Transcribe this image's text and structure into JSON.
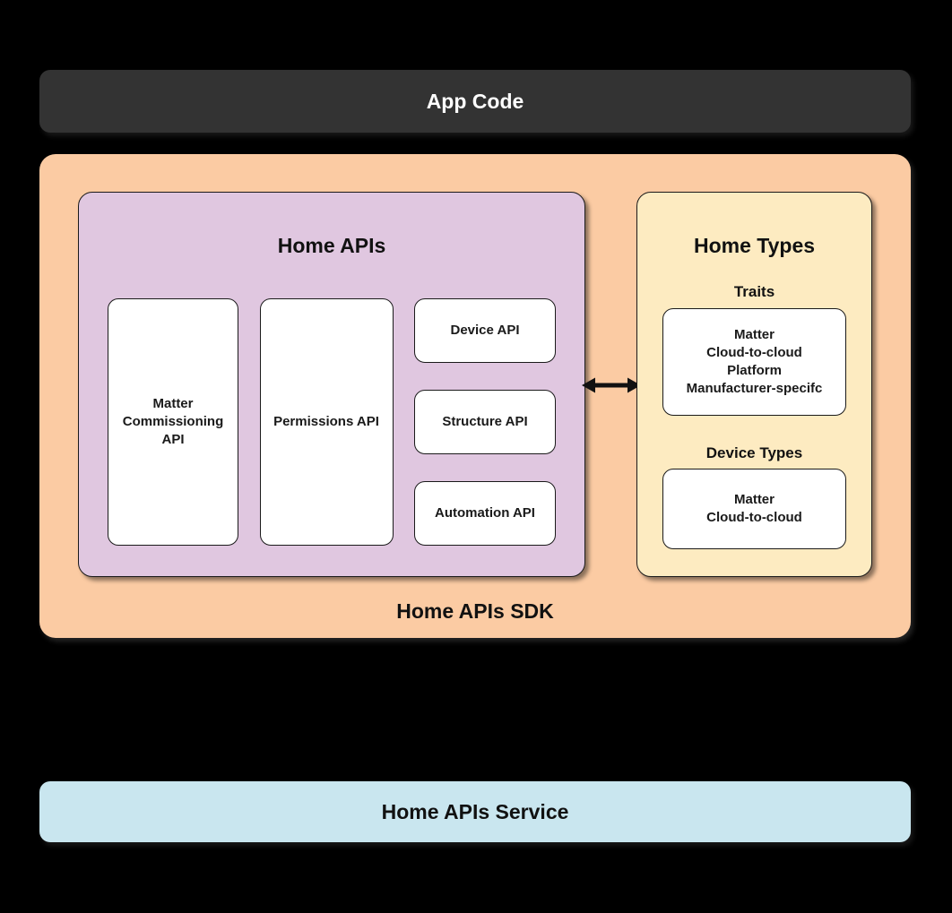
{
  "app_code": {
    "label": "App Code"
  },
  "sdk": {
    "label": "Home APIs SDK",
    "home_apis": {
      "title": "Home APIs",
      "boxes": {
        "matter_commissioning": "Matter Commissioning API",
        "permissions": "Permissions API",
        "device": "Device API",
        "structure": "Structure API",
        "automation": "Automation API"
      }
    },
    "home_types": {
      "title": "Home Types",
      "traits": {
        "label": "Traits",
        "lines": [
          "Matter",
          "Cloud-to-cloud",
          "Platform",
          "Manufacturer-specifc"
        ]
      },
      "device_types": {
        "label": "Device Types",
        "lines": [
          "Matter",
          "Cloud-to-cloud"
        ]
      }
    }
  },
  "service": {
    "label": "Home APIs Service"
  },
  "colors": {
    "background": "#000000",
    "app_code_bg": "#333333",
    "sdk_bg": "#FBCBA3",
    "home_apis_bg": "#E0C7E0",
    "home_types_bg": "#FDEBC1",
    "service_bg": "#C9E6EF",
    "inner_box_bg": "#FFFFFF",
    "border": "#1A1A1A",
    "text_dark": "#111111",
    "text_light": "#FFFFFF"
  }
}
